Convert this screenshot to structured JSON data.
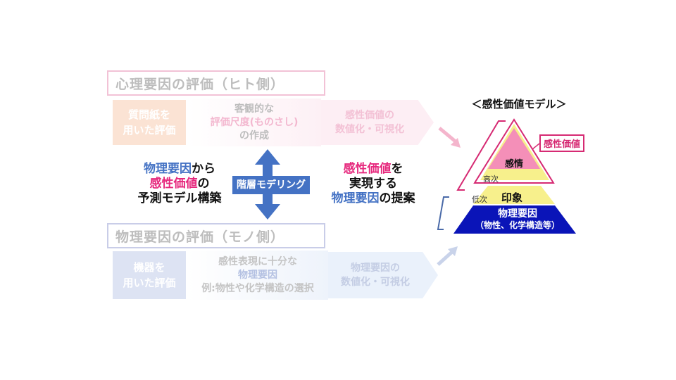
{
  "colors": {
    "psych_accent": "#e6287d",
    "phys_accent": "#4472c4",
    "faded_pink_border": "#f2c2d6",
    "faded_blue_border": "#c9cde8",
    "faded_orange_box": "#fbe3d4",
    "faded_blue_box": "#dde3f3",
    "pyramid_pink": "#f48fb8",
    "pyramid_yellow": "#f7f08c",
    "pyramid_navy": "#0a14b8",
    "modeling_blue": "#4472c4"
  },
  "top_section": {
    "title": "心理要因の評価（ヒト側）",
    "method_box": "質問紙を\n用いた評価",
    "middle_line1": "客観的な",
    "middle_line2": "評価尺度(ものさし)",
    "middle_line3": "の作成",
    "chevron_line1": "感性価値の",
    "chevron_line2": "数値化・可視化"
  },
  "bottom_section": {
    "title": "物理要因の評価（モノ側）",
    "method_box": "機器を\n用いた評価",
    "middle_line1": "感性表現に十分な",
    "middle_line2": "物理要因",
    "middle_line3": "例:物性や化学構造の選択",
    "chevron_line1": "物理要因の",
    "chevron_line2": "数値化・可視化"
  },
  "center": {
    "left_block": {
      "line1_highlight": "物理要因",
      "line1_rest": "から",
      "line2_highlight": "感性価値",
      "line2_rest": "の",
      "line3": "予測モデル構築"
    },
    "modeling_label": "階層モデリング",
    "right_block": {
      "line1_highlight": "感性価値",
      "line1_rest": "を",
      "line2": "実現する",
      "line3_highlight": "物理要因",
      "line3_rest": "の提案"
    }
  },
  "pyramid": {
    "title": "＜感性価値モデル＞",
    "value_label": "感性価値",
    "tier_top": "感情",
    "label_high": "高次",
    "label_low": "低次",
    "tier_mid": "印象",
    "tier_bottom_line1": "物理要因",
    "tier_bottom_line2": "（物性、化学構造等）"
  }
}
